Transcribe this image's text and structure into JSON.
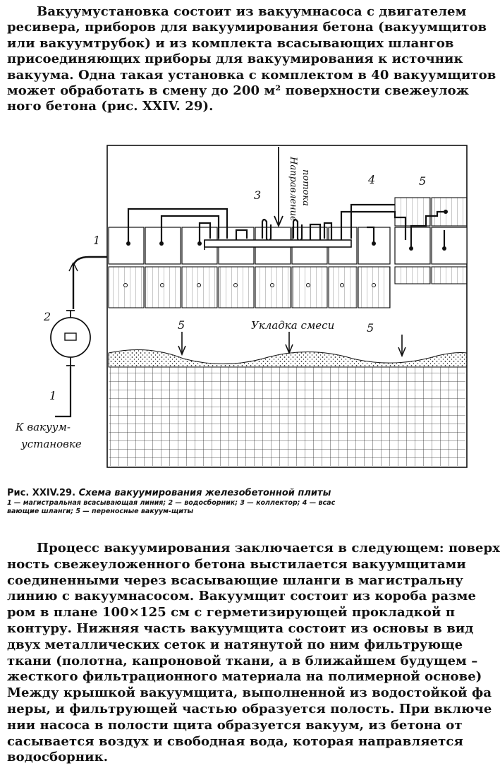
{
  "paragraph1": [
    "Вакуумустановка состоит из вакуумнасоса с двигателем",
    "ресивера, приборов для вакуумирования бетона (вакуумщитов",
    "или вакуумтрубок) и из комплекта всасывающих шлангов",
    "присоединяющих приборы для вакуумирования к источник",
    "вакуума. Одна такая установка с комплектом в 40 вакуумщитов",
    "может обработать в смену до 200 м² поверхности свежеулож",
    "ного бетона (рис. XXIV. 29)."
  ],
  "figure": {
    "labels": {
      "n1a": "1",
      "n1b": "1",
      "n2": "2",
      "n3": "3",
      "n4": "4",
      "n5a": "5",
      "n5b": "5",
      "n5c": "5",
      "flow_line1": "Направление",
      "flow_line2": "потока",
      "mix": "Укладка смеси",
      "to_unit_line1": "К вакуум-",
      "to_unit_line2": "установке"
    }
  },
  "caption": {
    "title_prefix": "Рис. XXIV.29.",
    "title": "Схема вакуумирования железобетонной плиты",
    "legend_line1": "1 — магистральная всасывающая линия; 2 — водосборник; 3 — коллектор; 4 — всас",
    "legend_line2": "вающие шланги; 5 — переносные вакуум-щиты"
  },
  "paragraph2": [
    "Процесс вакуумирования заключается в следующем: поверх",
    "ность свежеуложенного бетона выстилается вакуумщитами",
    "соединенными через всасывающие шланги в магистральну",
    "линию с вакуумнасосом. Вакуумщит состоит из короба разме",
    "ром в плане 100×125 см с герметизирующей прокладкой п",
    "контуру. Нижняя часть вакуумщита состоит из основы в вид",
    "двух металлических сеток и натянутой по ним фильтрующе",
    "ткани (полотна, капроновой ткани, а в ближайшем будущем –",
    "жесткого фильтрационного материала на полимерной основе)",
    "Между крышкой вакуумщита, выполненной из водостойкой фа",
    "неры, и фильтрующей частью образуется полость. При включе",
    "нии насоса в полости щита образуется вакуум, из бетона от",
    "сасывается воздух и свободная вода, которая направляется",
    "водосборник."
  ]
}
